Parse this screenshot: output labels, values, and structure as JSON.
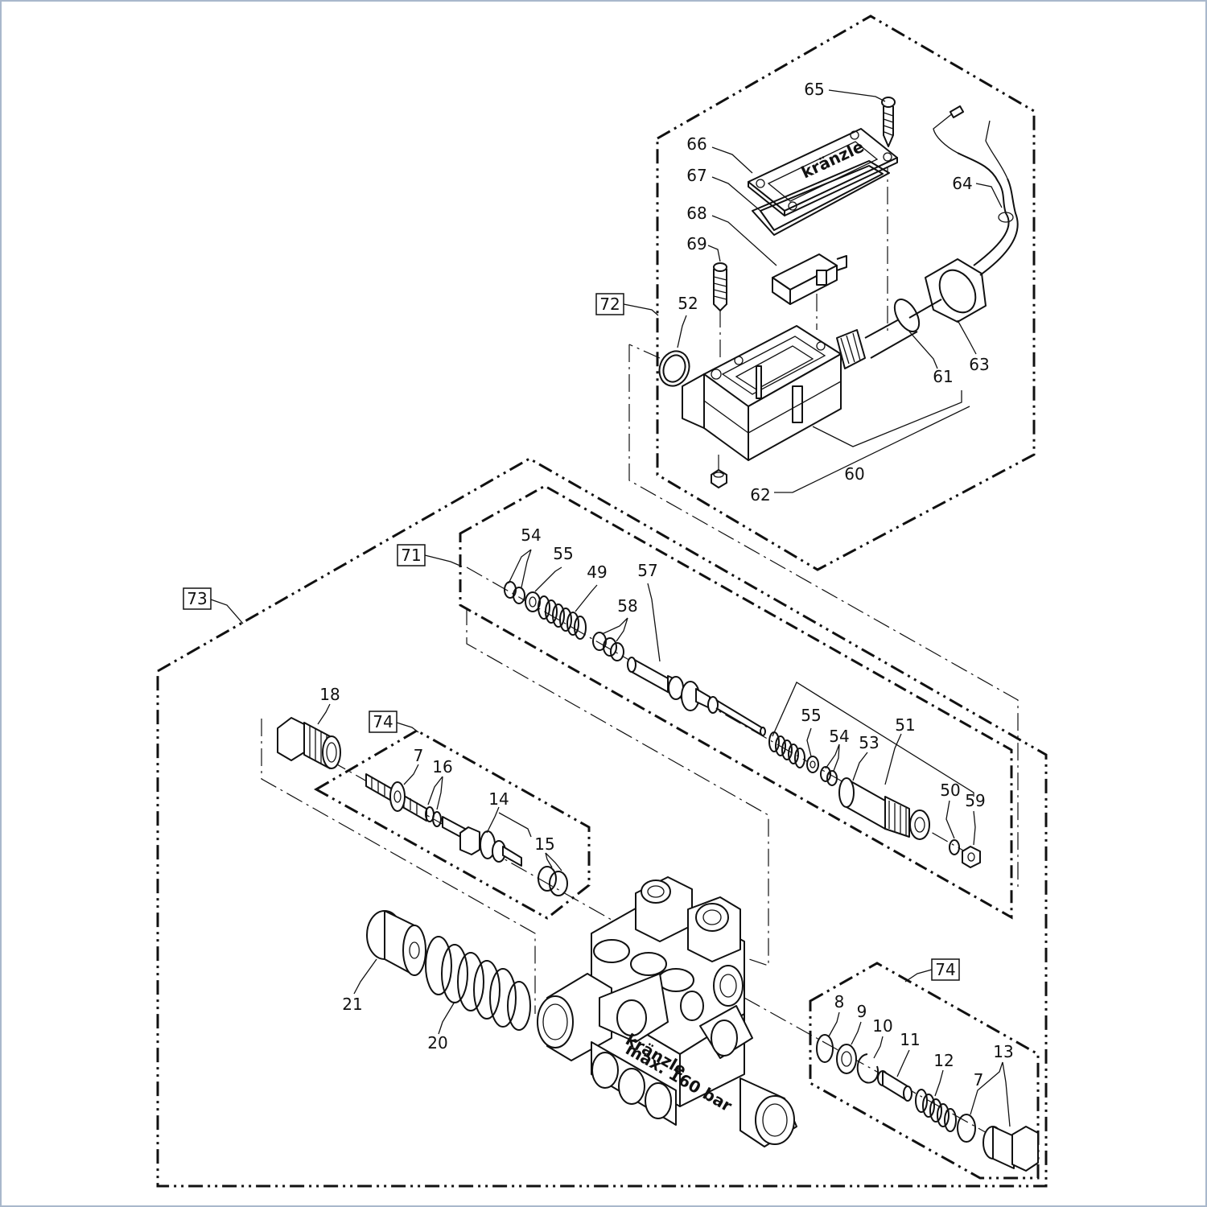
{
  "figure": {
    "brand_text": "kränzle",
    "pressure_text": "max. 160 bar"
  },
  "group_labels": {
    "g71": "71",
    "g72": "72",
    "g73": "73",
    "g74a": "74",
    "g74b": "74"
  },
  "callouts": {
    "n7a": "7",
    "n7b": "7",
    "n8": "8",
    "n9": "9",
    "n10": "10",
    "n11": "11",
    "n12": "12",
    "n13": "13",
    "n14": "14",
    "n15": "15",
    "n16": "16",
    "n18": "18",
    "n20": "20",
    "n21": "21",
    "n49": "49",
    "n50": "50",
    "n51": "51",
    "n52": "52",
    "n53": "53",
    "n54a": "54",
    "n54b": "54",
    "n55a": "55",
    "n55b": "55",
    "n57": "57",
    "n58": "58",
    "n59": "59",
    "n60": "60",
    "n61": "61",
    "n62": "62",
    "n63": "63",
    "n64": "64",
    "n65": "65",
    "n66": "66",
    "n67": "67",
    "n68": "68",
    "n69": "69"
  },
  "colors": {
    "line": "#111111",
    "frame": "#a9b8cc",
    "background": "#ffffff"
  }
}
